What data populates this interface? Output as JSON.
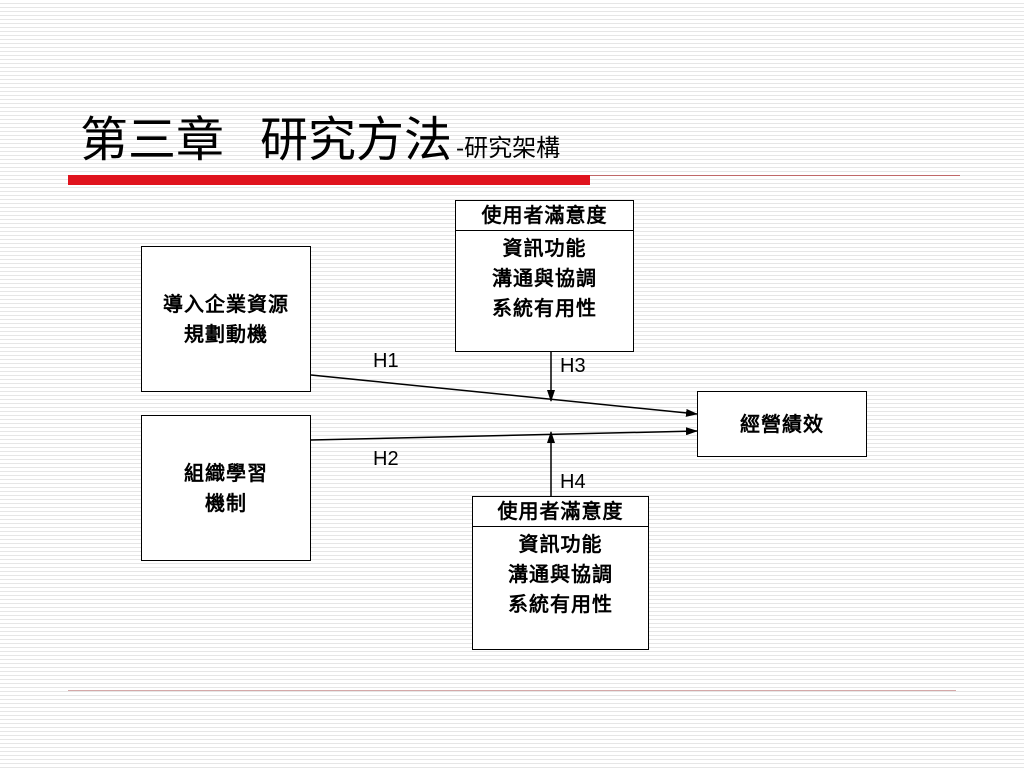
{
  "title": {
    "main": "第三章",
    "main2": "研究方法",
    "sub": "-研究架構"
  },
  "boxes": {
    "erp_motivation": [
      "導入企業資源",
      "規劃動機"
    ],
    "org_learning": [
      "組織學習",
      "機制"
    ],
    "performance": "經營績效",
    "moderator_top": {
      "header": "使用者滿意度",
      "items": [
        "資訊功能",
        "溝通與協調",
        "系統有用性"
      ]
    },
    "moderator_bottom": {
      "header": "使用者滿意度",
      "items": [
        "資訊功能",
        "溝通與協調",
        "系統有用性"
      ]
    }
  },
  "hypotheses": {
    "h1": "H1",
    "h2": "H2",
    "h3": "H3",
    "h4": "H4"
  },
  "colors": {
    "accent_red": "#e0141e",
    "line": "#000000"
  }
}
